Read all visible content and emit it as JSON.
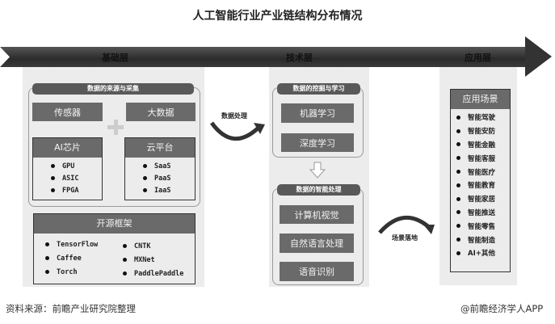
{
  "title": "人工智能行业产业链结构分布情况",
  "layers": [
    "基础层",
    "技术层",
    "应用层"
  ],
  "foundation": {
    "group_title": "数据的来源与采集",
    "sensor": "传感器",
    "bigdata": "大数据",
    "ai_chip": {
      "title": "AI芯片",
      "items": [
        "GPU",
        "ASIC",
        "FPGA"
      ]
    },
    "cloud": {
      "title": "云平台",
      "items": [
        "SaaS",
        "PaaS",
        "IaaS"
      ]
    },
    "frameworks": {
      "title": "开源框架",
      "left": [
        "TensorFlow",
        "Caffee",
        "Torch"
      ],
      "right": [
        "CNTK",
        "MXNet",
        "PaddlePaddle"
      ]
    }
  },
  "flow1": "数据处理",
  "technology": {
    "group1_title": "数据的挖掘与学习",
    "group1_items": [
      "机器学习",
      "深度学习"
    ],
    "group2_title": "数据的智能处理",
    "group2_items": [
      "计算机视觉",
      "自然语言处理",
      "语音识别"
    ]
  },
  "flow2": "场景落地",
  "application": {
    "title": "应用场景",
    "items": [
      "智能驾驶",
      "智能安防",
      "智能金融",
      "智能客服",
      "智能医疗",
      "智能教育",
      "智能家居",
      "智能推送",
      "智能零售",
      "智能制造",
      "AI+其他"
    ]
  },
  "footer": {
    "source": "资料来源：前瞻产业研究院整理",
    "credit": "@前瞻经济学人APP"
  }
}
